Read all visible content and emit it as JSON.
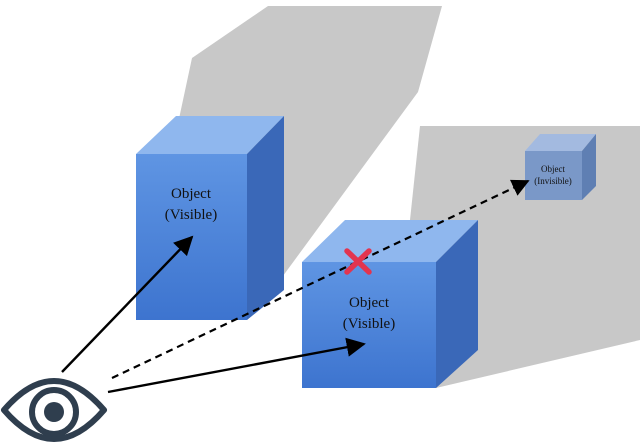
{
  "colors": {
    "shadow": "#c8c8c8",
    "cube_front_top": "#5f95e3",
    "cube_front_bottom": "#3d74cf",
    "cube_top": "#8fb7ee",
    "cube_side": "#3a68b8",
    "small_cube_front": "#7a98c8",
    "small_cube_top": "#a3bae0",
    "small_cube_side": "#5f7fb3",
    "arrow": "#000000",
    "blocked_marker": "#e2344f",
    "eye": "#2f3e4e"
  },
  "objects": [
    {
      "id": "left-object",
      "line1": "Object",
      "line2": "(Visible)"
    },
    {
      "id": "front-object",
      "line1": "Object",
      "line2": "(Visible)"
    },
    {
      "id": "far-object",
      "line1": "Object",
      "line2": "(Invisible)"
    }
  ],
  "icons": {
    "viewer": "eye-icon",
    "blocked": "cross-icon"
  }
}
